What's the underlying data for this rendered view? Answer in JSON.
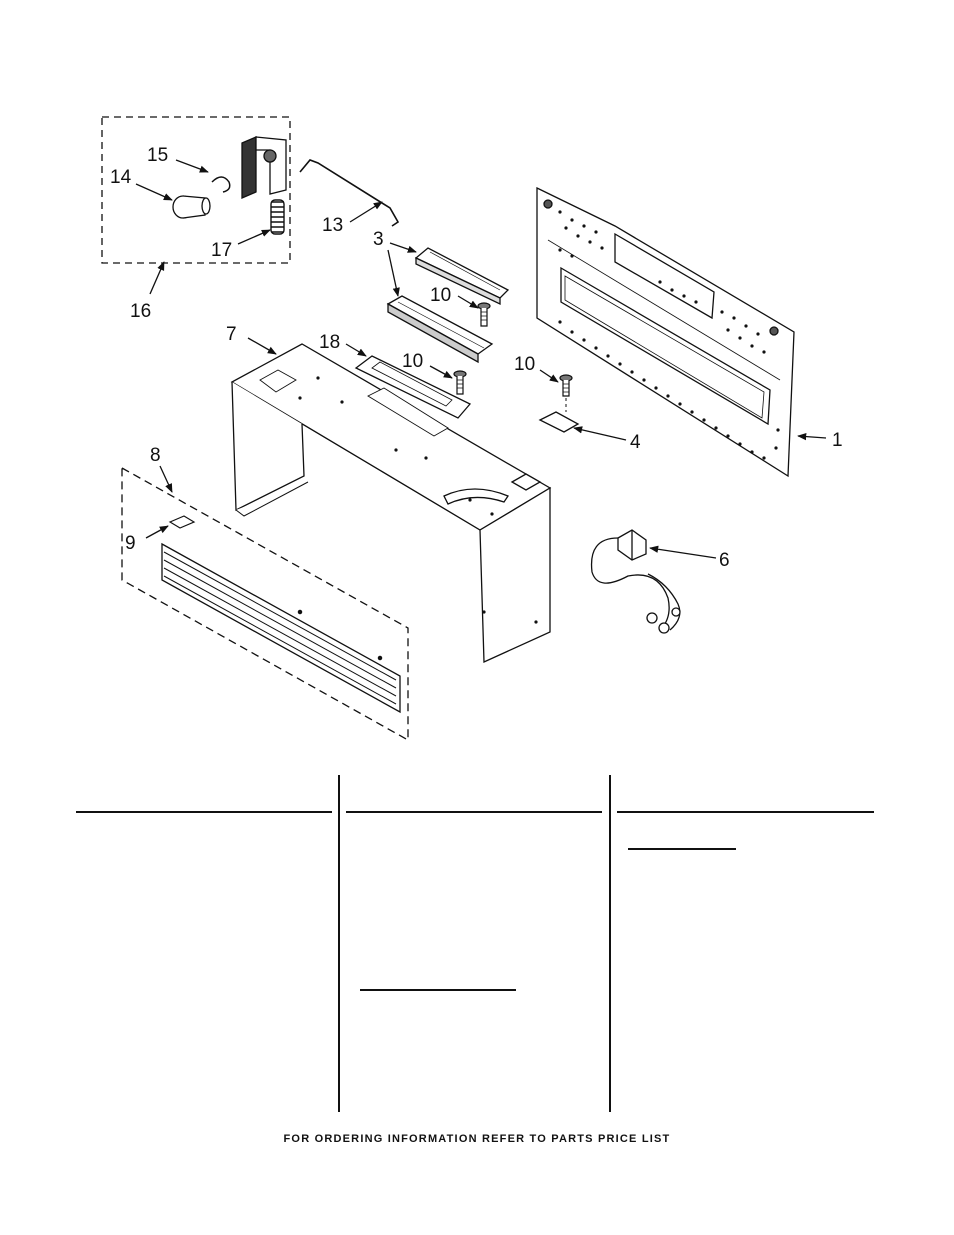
{
  "diagram": {
    "callouts": {
      "c1": "1",
      "c3": "3",
      "c4": "4",
      "c6": "6",
      "c7": "7",
      "c8": "8",
      "c9": "9",
      "c10a": "10",
      "c10b": "10",
      "c10c": "10",
      "c13": "13",
      "c14": "14",
      "c15": "15",
      "c16": "16",
      "c17": "17",
      "c18": "18"
    }
  },
  "footer": {
    "text": "FOR ORDERING INFORMATION REFER TO PARTS PRICE LIST"
  }
}
